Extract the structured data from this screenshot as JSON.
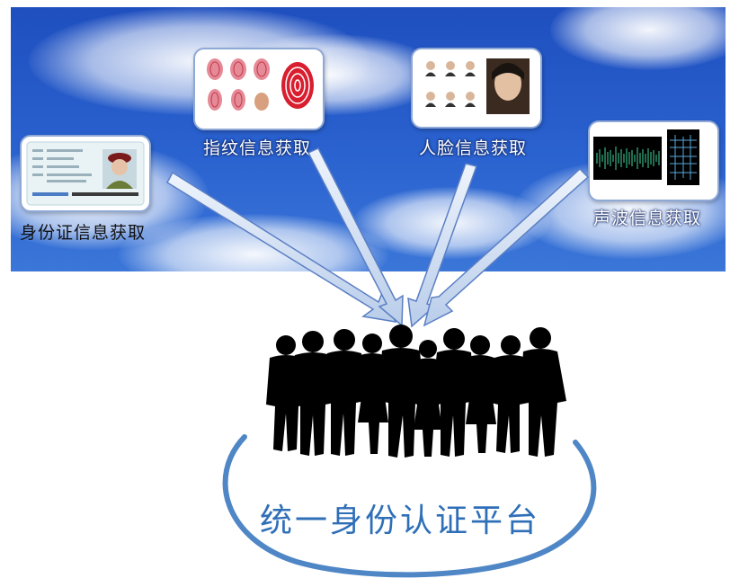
{
  "sources": [
    {
      "id": "id-card",
      "label": "身份证信息获取",
      "icon": "id-card-icon"
    },
    {
      "id": "fingerprint",
      "label": "指纹信息获取",
      "icon": "fingerprint-icon"
    },
    {
      "id": "face",
      "label": "人脸信息获取",
      "icon": "face-photos-icon"
    },
    {
      "id": "voice",
      "label": "声波信息获取",
      "icon": "sound-wave-icon"
    }
  ],
  "platform": {
    "label": "统一身份认证平台"
  },
  "colors": {
    "sky": "#2a62cf",
    "arrow": "#c9d9f2",
    "arrow_stroke": "#5b7fc4",
    "ring": "#4f86c6",
    "platform_text": "#2f6fb8"
  }
}
